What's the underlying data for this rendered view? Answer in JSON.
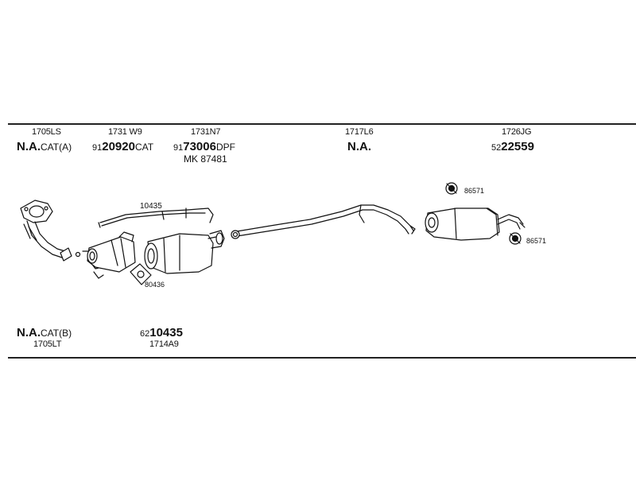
{
  "sections": [
    {
      "code": "1705LS",
      "part_main": "N.A.",
      "part_suffix": "CAT(A)"
    },
    {
      "code": "1731 W9",
      "part_prefix": "91",
      "part_main": "20920",
      "part_suffix": "CAT"
    },
    {
      "code": "1731N7",
      "part_prefix": "91",
      "part_main": "73006",
      "part_suffix": "DPF",
      "kit": "MK 87481"
    },
    {
      "code": "1717L6",
      "part_main": "N.A."
    },
    {
      "code": "1726JG",
      "part_prefix": "52",
      "part_main": "22559"
    }
  ],
  "callouts": {
    "heat_shield": "10435",
    "gasket": "80436",
    "hanger_top": "86571",
    "hanger_bottom": "86571"
  },
  "bottom": [
    {
      "part_main": "N.A.",
      "part_suffix": "CAT(B)",
      "code": "1705LT"
    },
    {
      "part_prefix": "62",
      "part_main": "10435",
      "code": "1714A9"
    }
  ]
}
